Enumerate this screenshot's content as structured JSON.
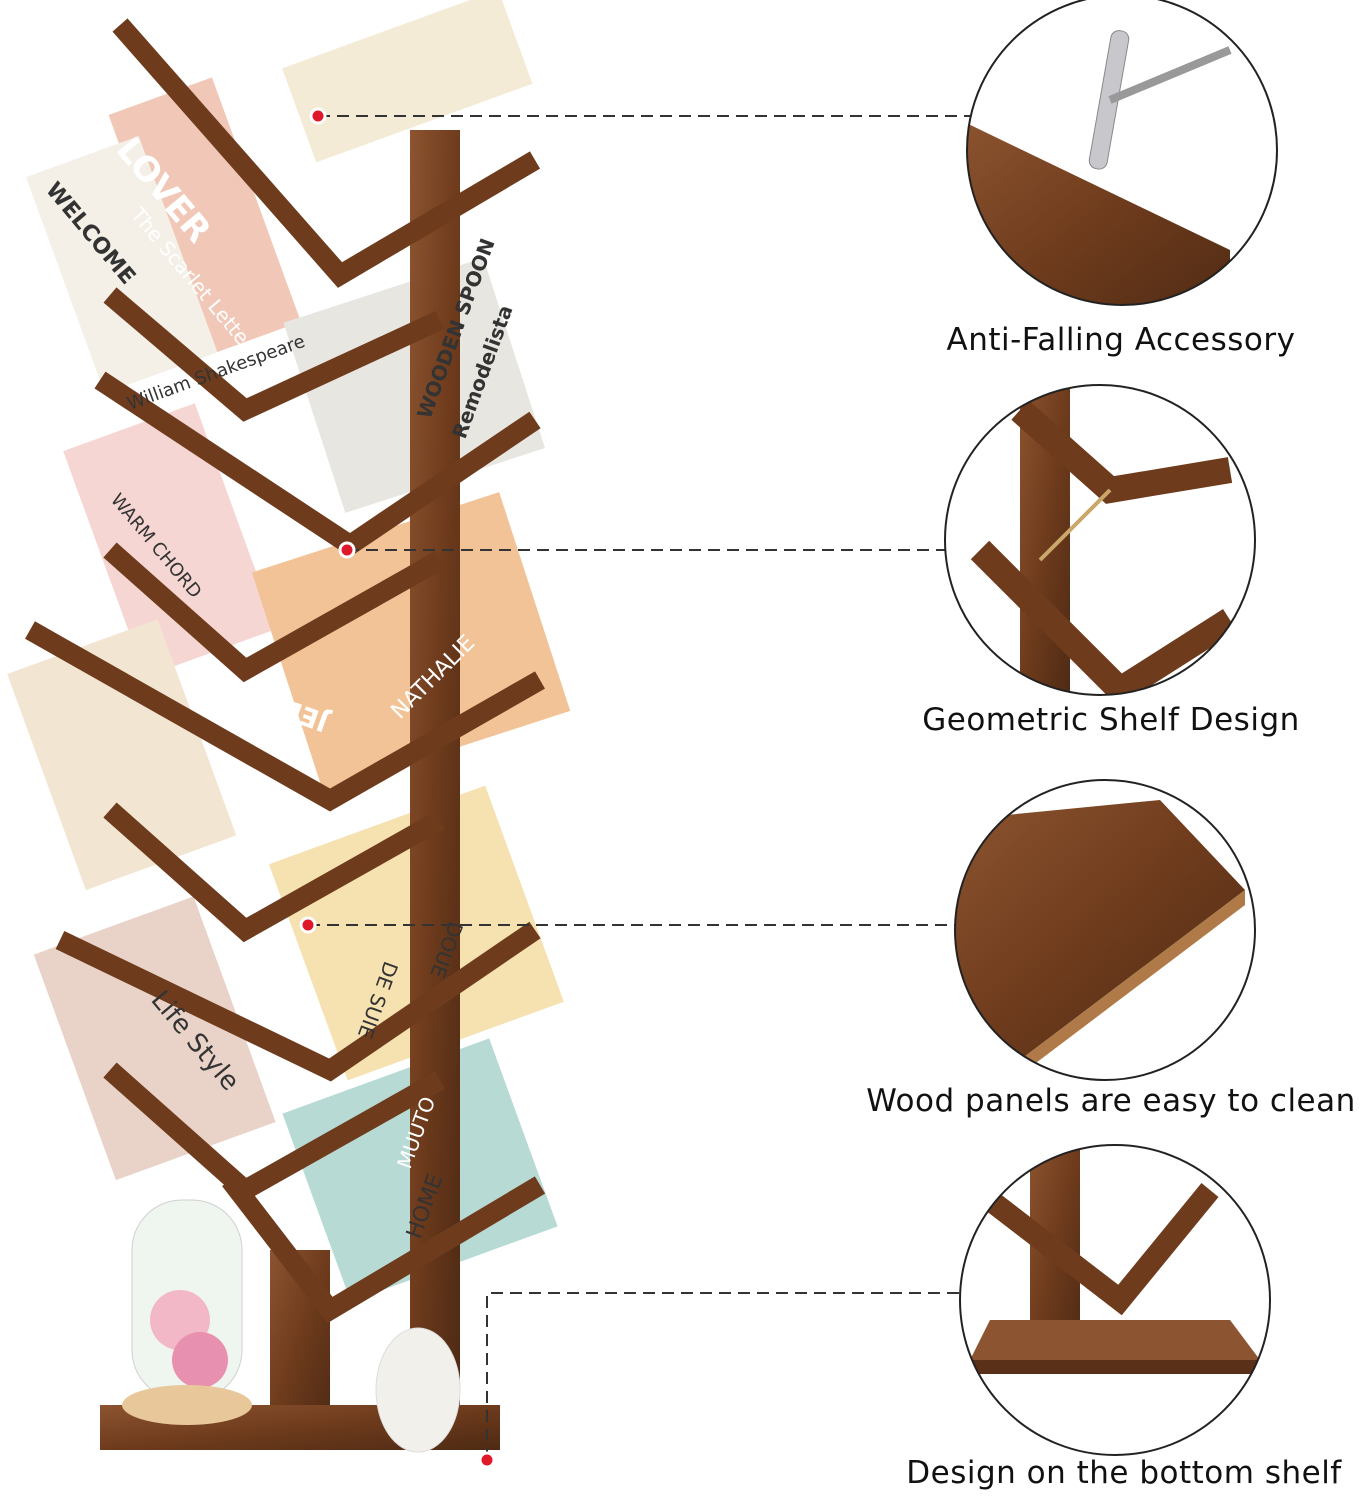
{
  "captions": [
    "Anti-Falling Accessory",
    "Geometric Shelf Design",
    "Wood panels are easy to clean",
    "Design on the bottom shelf"
  ],
  "book_titles": [
    "LOVER",
    "WELCOME",
    "The Scarlet Letter",
    "William Shakespeare",
    "WARM CHORD",
    "WOODEN SPOON",
    "Remodelista",
    "JED LIND",
    "NATHALIE",
    "Life Style",
    "HOME",
    "MUUTO",
    "DOUE",
    "DE SUIE"
  ],
  "colors": {
    "wood": "#6e3b1c",
    "wood_light": "#8c5430",
    "accent_dot": "#e0192a",
    "dash": "#333333"
  }
}
